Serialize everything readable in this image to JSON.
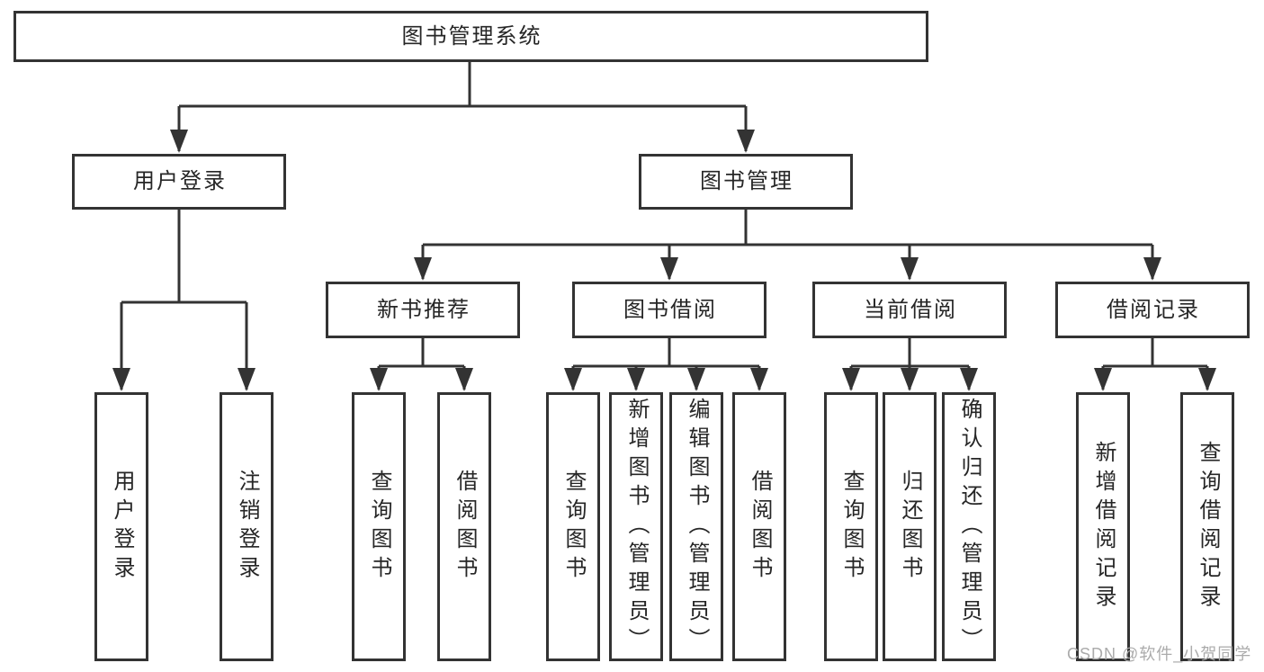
{
  "colors": {
    "background": "#ffffff",
    "box-bg": "#ffffff",
    "line": "#333333",
    "text": "#262626",
    "watermark": "#ababab"
  },
  "nodes": {
    "root": {
      "label": "图书管理系统"
    },
    "level2": [
      {
        "id": "user-login",
        "label": "用户登录"
      },
      {
        "id": "book-management",
        "label": "图书管理"
      }
    ],
    "level3": [
      {
        "id": "new-book-recommend",
        "label": "新书推荐",
        "parent": "图书管理"
      },
      {
        "id": "book-borrow",
        "label": "图书借阅",
        "parent": "图书管理"
      },
      {
        "id": "current-borrow",
        "label": "当前借阅",
        "parent": "图书管理"
      },
      {
        "id": "borrow-records",
        "label": "借阅记录",
        "parent": "图书管理"
      }
    ],
    "leaves": [
      {
        "label": "用户登录",
        "parent": "用户登录"
      },
      {
        "label": "注销登录",
        "parent": "用户登录"
      },
      {
        "label": "查询图书",
        "parent": "新书推荐"
      },
      {
        "label": "借阅图书",
        "parent": "新书推荐"
      },
      {
        "label": "查询图书",
        "parent": "图书借阅"
      },
      {
        "label": "新增图书（管理员）",
        "parent": "图书借阅"
      },
      {
        "label": "编辑图书（管理员）",
        "parent": "图书借阅"
      },
      {
        "label": "借阅图书",
        "parent": "图书借阅"
      },
      {
        "label": "查询图书",
        "parent": "当前借阅"
      },
      {
        "label": "归还图书",
        "parent": "当前借阅"
      },
      {
        "label": "确认归还（管理员）",
        "parent": "当前借阅"
      },
      {
        "label": "新增借阅记录",
        "parent": "借阅记录"
      },
      {
        "label": "查询借阅记录",
        "parent": "借阅记录"
      }
    ]
  },
  "watermark": {
    "text": "CSDN @软件_小贺同学"
  }
}
